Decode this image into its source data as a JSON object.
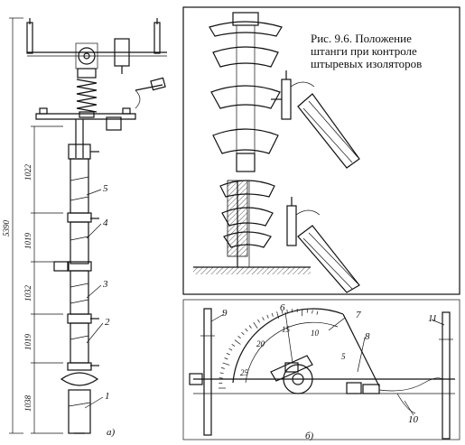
{
  "caption": {
    "line1": "Рис.   9.6.   Положение",
    "line2": "штанги  при  контроле",
    "line3": "штыревых изоляторов"
  },
  "panel_labels": {
    "a": "а)",
    "b": "б)"
  },
  "dimensions": {
    "total": "5390",
    "d1": "1022",
    "d2": "1019",
    "d3": "1032",
    "d4": "1019",
    "d5": "1038"
  },
  "rod_part_numbers": [
    "5",
    "4",
    "3",
    "2",
    "1"
  ],
  "gauge_part_numbers": {
    "p6": "6",
    "p7": "7",
    "p8": "8",
    "p9": "9",
    "p10": "10",
    "p11": "11"
  },
  "gauge_scale": [
    "25",
    "20",
    "15",
    "10",
    "5"
  ],
  "icons": {
    "rod": "insulating-rod-drawing",
    "insulator": "pin-insulator-drawing",
    "gauge": "measuring-head-drawing"
  }
}
